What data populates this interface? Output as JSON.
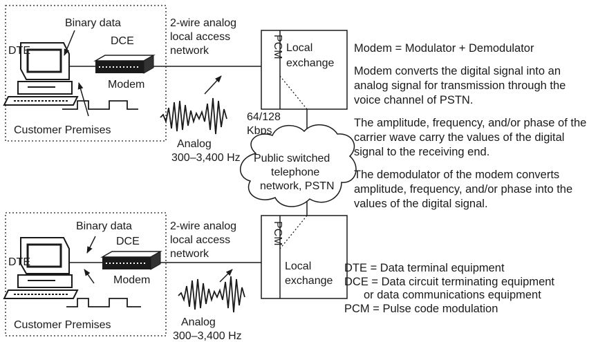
{
  "top": {
    "dte": "DTE",
    "binary_data": "Binary data",
    "dce": "DCE",
    "modem": "Modem",
    "premises": "Customer Premises",
    "network_line1": "2-wire analog",
    "network_line2": "local access",
    "network_line3": "network",
    "analog": "Analog",
    "freq": "300–3,400 Hz",
    "pcm": "PCM",
    "exchange_line1": "Local",
    "exchange_line2": "exchange",
    "rate_line1": "64/128",
    "rate_line2": "Kbps"
  },
  "bottom": {
    "dte": "DTE",
    "binary_data": "Binary data",
    "dce": "DCE",
    "modem": "Modem",
    "premises": "Customer Premises",
    "network_line1": "2-wire analog",
    "network_line2": "local access",
    "network_line3": "network",
    "analog": "Analog",
    "freq": "300–3,400 Hz",
    "pcm": "PCM",
    "exchange_line1": "Local",
    "exchange_line2": "exchange"
  },
  "cloud": {
    "line1": "Public switched",
    "line2": "telephone",
    "line3": "network, PSTN"
  },
  "notes": {
    "modem_def": "Modem = Modulator + Demodulator",
    "p1": "Modem converts the digital signal into an analog signal for transmission through the voice channel of PSTN.",
    "p2": "The amplitude, frequency, and/or phase of the carrier wave carry the values of the digital signal to the receiving end.",
    "p3": "The demodulator of the modem converts amplitude, frequency, and/or phase into the values of the digital signal."
  },
  "legend": {
    "dte": "DTE = Data terminal equipment",
    "dce_line1": "DCE = Data circuit terminating equipment",
    "dce_line2": "or data communications equipment",
    "pcm": "PCM = Pulse code modulation"
  }
}
